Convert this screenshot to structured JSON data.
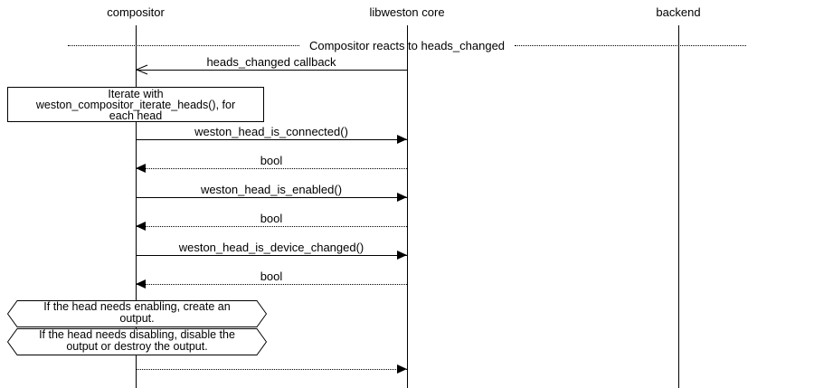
{
  "diagram": {
    "type": "sequence-diagram",
    "colors": {
      "line": "#000000",
      "background": "#ffffff",
      "text": "#000000"
    },
    "participants": [
      {
        "name": "compositor"
      },
      {
        "name": "libweston core"
      },
      {
        "name": "backend"
      }
    ],
    "divider": {
      "label": "Compositor reacts to heads_changed"
    },
    "messages": [
      {
        "label": "heads_changed callback",
        "from": "libweston core",
        "to": "compositor",
        "line": "solid",
        "arrow": "open"
      },
      {
        "label": "weston_head_is_connected()",
        "from": "compositor",
        "to": "libweston core",
        "line": "solid",
        "arrow": "filled"
      },
      {
        "label": "bool",
        "from": "libweston core",
        "to": "compositor",
        "line": "dotted",
        "arrow": "filled"
      },
      {
        "label": "weston_head_is_enabled()",
        "from": "compositor",
        "to": "libweston core",
        "line": "solid",
        "arrow": "filled"
      },
      {
        "label": "bool",
        "from": "libweston core",
        "to": "compositor",
        "line": "dotted",
        "arrow": "filled"
      },
      {
        "label": "weston_head_is_device_changed()",
        "from": "compositor",
        "to": "libweston core",
        "line": "solid",
        "arrow": "filled"
      },
      {
        "label": "bool",
        "from": "libweston core",
        "to": "compositor",
        "line": "dotted",
        "arrow": "filled"
      },
      {
        "label": "",
        "from": "compositor",
        "to": "libweston core",
        "line": "dotted",
        "arrow": "filled"
      }
    ],
    "note": {
      "lines": [
        "Iterate with",
        "weston_compositor_iterate_heads(), for",
        "each head"
      ]
    },
    "conditions": [
      {
        "lines": [
          "If the head needs enabling, create an",
          "output."
        ]
      },
      {
        "lines": [
          "If the head needs disabling, disable the",
          "output or destroy the output."
        ]
      }
    ]
  }
}
